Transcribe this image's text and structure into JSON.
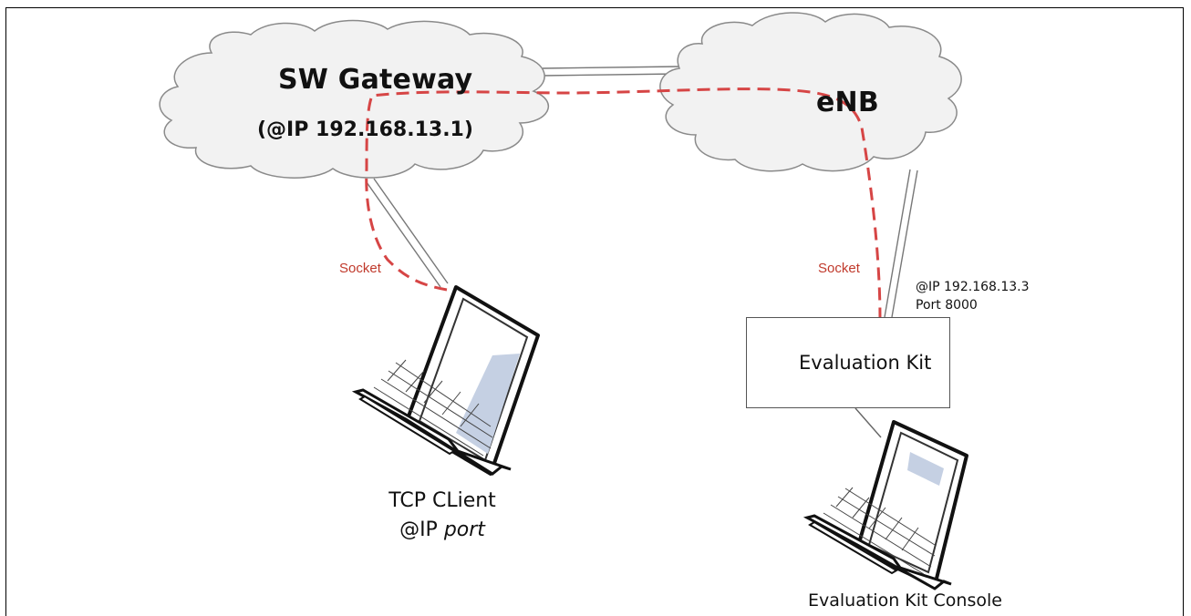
{
  "gateway": {
    "name": "SW Gateway",
    "ip": "(@IP 192.168.13.1)"
  },
  "enb": {
    "name": "eNB"
  },
  "links": {
    "client_socket": "Socket",
    "kit_socket": "Socket"
  },
  "kit": {
    "ip_line": "@IP 192.168.13.3",
    "port_line": "Port 8000",
    "label": "Evaluation Kit"
  },
  "client": {
    "line1": "TCP CLient",
    "line2_prefix": "@IP ",
    "line2_italic": "port"
  },
  "console": {
    "label": "Evaluation Kit Console"
  },
  "colors": {
    "socket_path": "#d64545",
    "cloud_fill": "#f2f2f2",
    "cloud_stroke": "#8a8a8a",
    "screen_highlight": "#c5d0e3"
  },
  "icons": [
    "cloud-icon",
    "laptop-icon"
  ]
}
